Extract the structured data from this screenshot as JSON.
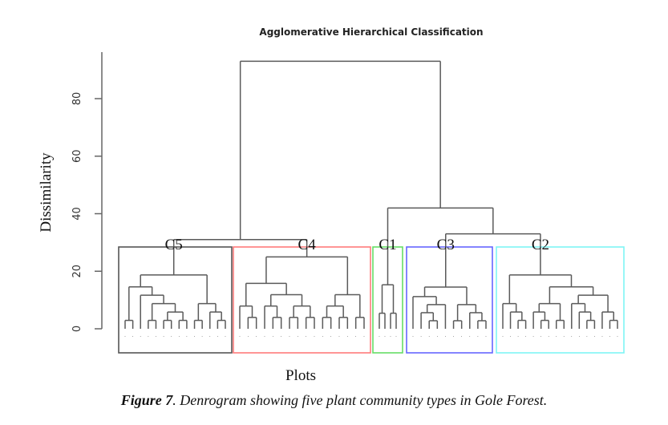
{
  "chart_data": {
    "type": "dendrogram",
    "title": "Agglomerative Hierarchical Classification",
    "xlabel": "Plots",
    "ylabel": "Dissimilarity",
    "ylim": [
      0,
      95
    ],
    "yticks": [
      0,
      20,
      40,
      60,
      80
    ],
    "clusters": [
      {
        "name": "C5",
        "leaves": 14,
        "height": 18.7,
        "color": "#555555",
        "subtree": [
          [
            [
              1,
              2
            ],
            [
              3,
              [
                [
                  4,
                  5
                ],
                [
                  [
                    6,
                    7
                  ],
                  [
                    8,
                    9
                  ]
                ]
              ]
            ]
          ],
          [
            [
              10,
              11
            ],
            [
              12,
              [
                13,
                14
              ]
            ]
          ]
        ]
      },
      {
        "name": "C4",
        "leaves": 16,
        "height": 25.0,
        "color": "#ff7b7b",
        "subtree": [
          [
            [
              1,
              [
                2,
                3
              ]
            ],
            [
              [
                4,
                [
                  5,
                  6
                ]
              ],
              [
                [
                  7,
                  8
                ],
                [
                  9,
                  10
                ]
              ]
            ]
          ],
          [
            [
              [
                11,
                12
              ],
              [
                13,
                14
              ]
            ],
            [
              15,
              16
            ]
          ]
        ]
      },
      {
        "name": "C1",
        "leaves": 4,
        "height": 15.3,
        "color": "#66dd66",
        "subtree": [
          [
            1,
            2
          ],
          [
            3,
            4
          ]
        ]
      },
      {
        "name": "C3",
        "leaves": 10,
        "height": 14.5,
        "color": "#6666ff",
        "subtree": [
          [
            1,
            [
              [
                2,
                [
                  3,
                  4
                ]
              ],
              5
            ]
          ],
          [
            [
              6,
              7
            ],
            [
              8,
              [
                9,
                10
              ]
            ]
          ]
        ]
      },
      {
        "name": "C2",
        "leaves": 16,
        "height": 18.7,
        "color": "#7ff5f5",
        "subtree": [
          [
            1,
            [
              2,
              [
                3,
                4
              ]
            ]
          ],
          [
            [
              [
                5,
                [
                  6,
                  7
                ]
              ],
              [
                8,
                9
              ]
            ],
            [
              [
                10,
                [
                  11,
                  [
                    12,
                    13
                  ]
                ]
              ],
              [
                14,
                [
                  15,
                  16
                ]
              ]
            ]
          ]
        ]
      }
    ],
    "merges": [
      {
        "join": [
          "C5",
          "C4"
        ],
        "height": 31
      },
      {
        "join": [
          "C3",
          "C2"
        ],
        "height": 33
      },
      {
        "join": [
          "C1",
          "C3+C2"
        ],
        "height": 42
      },
      {
        "join": [
          "C5+C4",
          "C1+C3+C2"
        ],
        "height": 93
      }
    ]
  },
  "caption": {
    "prefix": "Figure 7",
    "text": ". Denrogram showing five plant community types in Gole Forest."
  }
}
